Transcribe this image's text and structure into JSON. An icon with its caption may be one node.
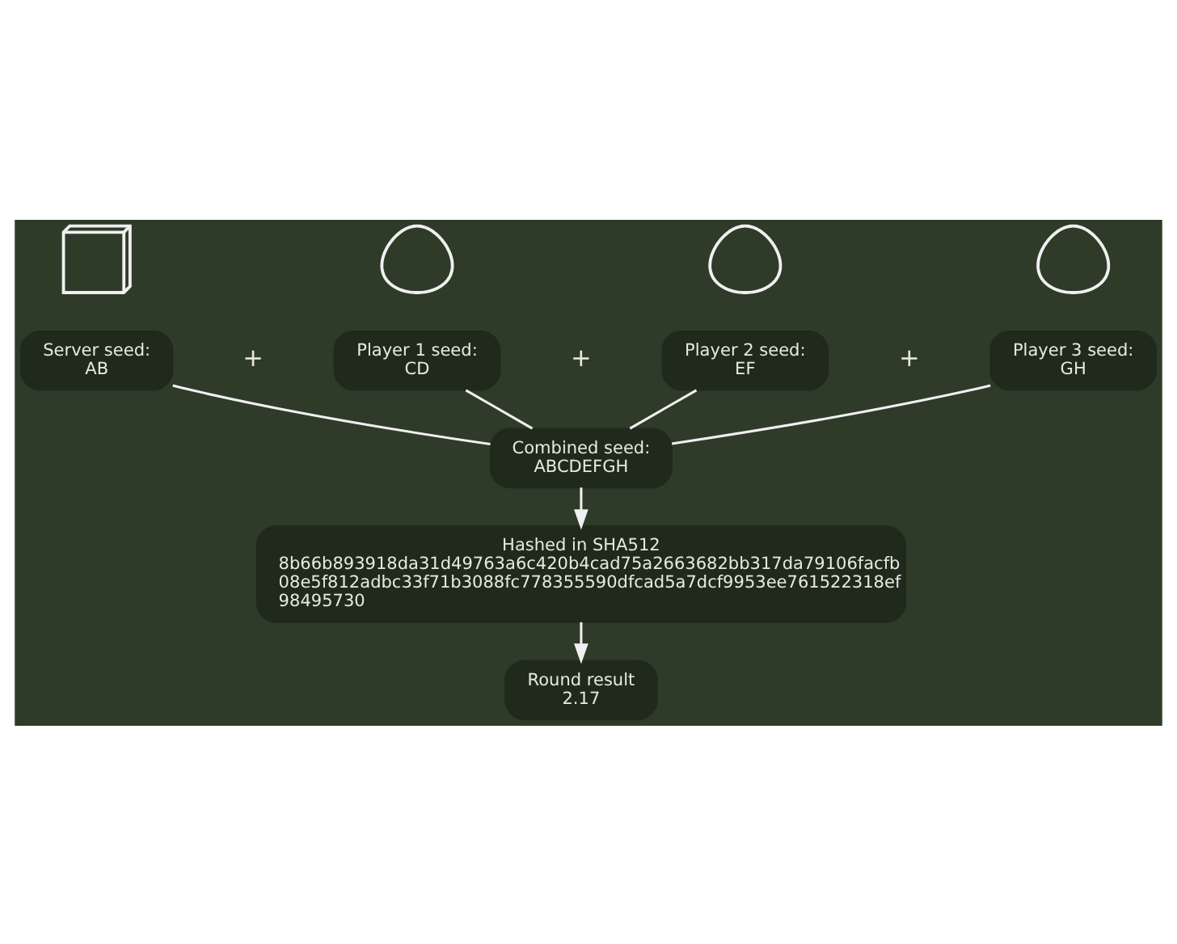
{
  "diagram": {
    "nodes": [
      {
        "text": [],
        "shape": "server"
      },
      {
        "text": [],
        "shape": "person"
      },
      {
        "text": [],
        "shape": "person"
      },
      {
        "text": [],
        "shape": "person"
      },
      {
        "text": [
          "Server seed:",
          "AB"
        ]
      },
      {
        "text": [
          "Player 1 seed:",
          "CD"
        ]
      },
      {
        "text": [
          "Player 2 seed:",
          "EF"
        ]
      },
      {
        "text": [
          "Player 3 seed:",
          "GH"
        ]
      },
      {
        "text": [
          "Combined seed:",
          "ABCDEFGH"
        ]
      },
      {
        "text": [
          "Hashed in SHA512",
          "8b66b893918da31d49763a6c420b4cad75a2663682bb317da79106facfb 08e5f812adbc33f71b3088fc778355590dfcad5a7dcf9953ee761522318ef 98495730"
        ]
      },
      {
        "text": [
          "Round result",
          "2.17"
        ]
      }
    ],
    "edges": [
      {
        "from": 4,
        "to": 8,
        "arrow": "none"
      },
      {
        "from": 5,
        "to": 8,
        "arrow": "none"
      },
      {
        "from": 6,
        "to": 8,
        "arrow": "none"
      },
      {
        "from": 7,
        "to": 8,
        "arrow": "none"
      },
      {
        "from": 8,
        "to": 9,
        "arrow": "to"
      },
      {
        "from": 9,
        "to": 10,
        "arrow": "to"
      }
    ],
    "labels": [
      "+",
      "+",
      "+"
    ]
  }
}
